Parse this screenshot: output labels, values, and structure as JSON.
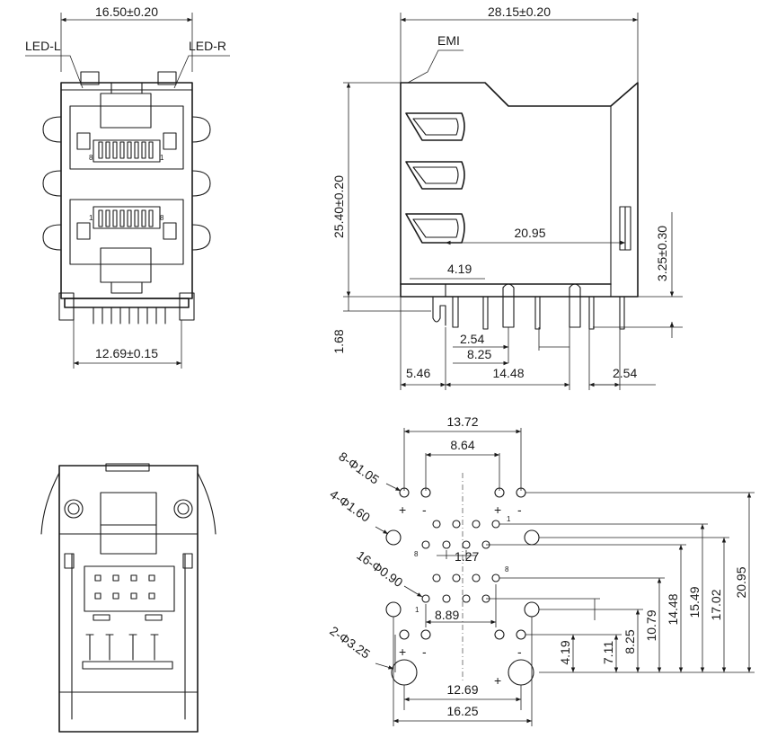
{
  "front_view": {
    "width_dim": "16.50±0.20",
    "led_left": "LED-L",
    "led_right": "LED-R",
    "pin_span_dim": "12.69±0.15",
    "port_top_pin_left": "8",
    "port_top_pin_right": "1",
    "port_bottom_pin_left": "1",
    "port_bottom_pin_right": "8"
  },
  "side_view": {
    "depth_dim": "28.15±0.20",
    "emi_label": "EMI",
    "height_dim": "25.40±0.20",
    "offset_dim": "20.95",
    "right_height_dim": "3.25±0.30",
    "pin_offset_dim": "4.19",
    "standoff_dim": "1.68",
    "pitch_a_dim": "2.54",
    "pitch_b_dim": "8.25",
    "left_offset_dim": "5.46",
    "span_dim": "14.48",
    "right_pitch_dim": "2.54"
  },
  "footprint": {
    "top_span_dim": "13.72",
    "inner_span_dim": "8.64",
    "hole_a_note": "8-Φ1.05",
    "hole_b_note": "4-Φ1.60",
    "hole_c_note": "16-Φ0.90",
    "hole_d_note": "2-Φ3.25",
    "pitch_dim": "1.27",
    "row_span_dim": "8.89",
    "peg_span_dim": "12.69",
    "outer_span_dim": "16.25",
    "pin_label_1a": "1",
    "pin_label_8a": "8",
    "pin_label_8b": "8",
    "pin_label_1b": "1",
    "vdim_1": "4.19",
    "vdim_2": "7.11",
    "vdim_3": "8.25",
    "vdim_4": "10.79",
    "vdim_5": "14.48",
    "vdim_6": "15.49",
    "vdim_7": "17.02",
    "vdim_8": "20.95",
    "plus_sign": "+",
    "minus_sign": "-"
  }
}
